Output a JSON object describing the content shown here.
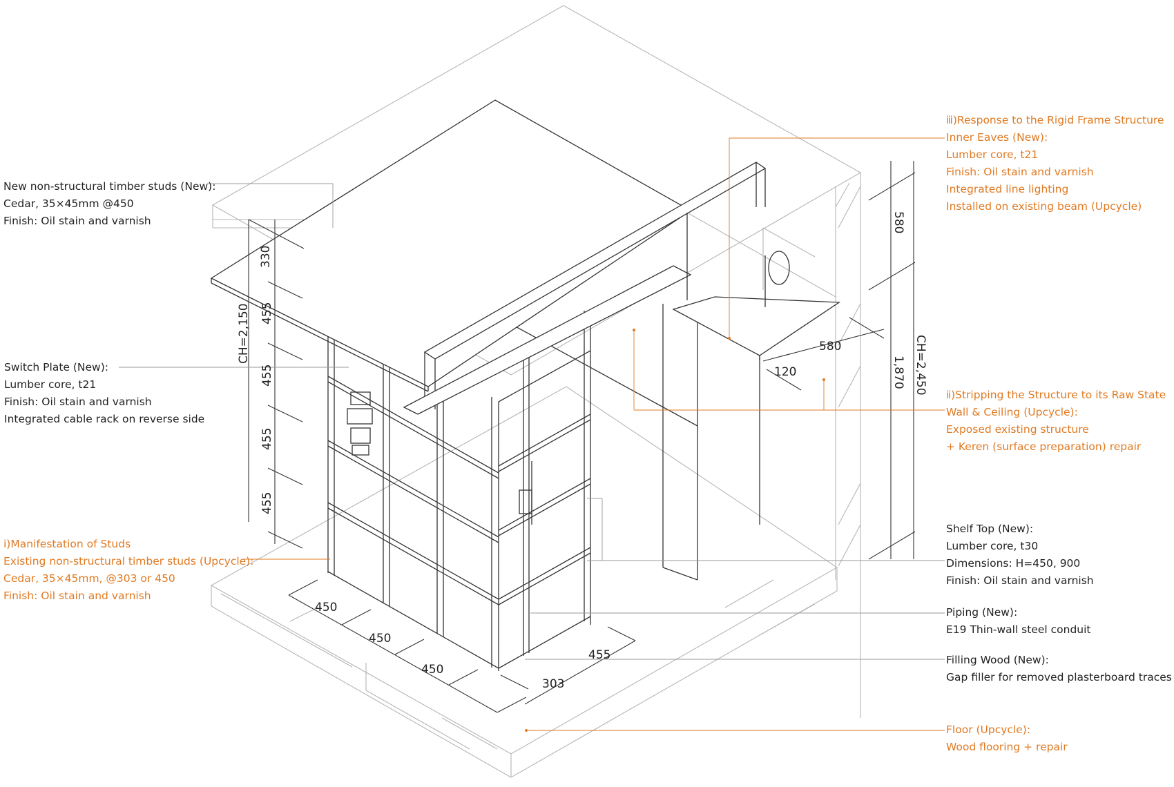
{
  "colors": {
    "accent": "#e07a22",
    "ink": "#222222",
    "line": "#333333",
    "faint": "#b5b5b5"
  },
  "annotations": {
    "studs_new": {
      "lines": [
        "New non-structural timber studs (New):",
        "Cedar, 35×45mm @450",
        "Finish: Oil stain and varnish"
      ]
    },
    "switch_plate": {
      "lines": [
        "Switch Plate (New):",
        "Lumber core, t21",
        "Finish: Oil stain and varnish",
        "Integrated cable rack on reverse side"
      ]
    },
    "studs_existing": {
      "lines": [
        "ⅰ)Manifestation of Studs",
        "Existing non-structural timber studs (Upcycle):",
        "Cedar, 35×45mm, @303 or 450",
        "Finish: Oil stain and varnish"
      ]
    },
    "inner_eaves": {
      "lines": [
        "ⅲ)Response to the Rigid Frame Structure",
        "Inner Eaves (New):",
        "Lumber core, t21",
        "Finish: Oil stain and varnish",
        "Integrated line lighting",
        "Installed on existing beam (Upcycle)"
      ]
    },
    "wall_ceiling": {
      "lines": [
        "ⅱ)Stripping the Structure to its Raw State",
        "Wall & Ceiling (Upcycle):",
        "Exposed existing structure",
        "+ Keren (surface preparation) repair"
      ]
    },
    "shelf_top": {
      "lines": [
        "Shelf Top (New):",
        "Lumber core, t30",
        "Dimensions: H=450, 900",
        "Finish: Oil stain and varnish"
      ]
    },
    "piping": {
      "lines": [
        "Piping (New):",
        "E19 Thin-wall steel conduit"
      ]
    },
    "filling_wood": {
      "lines": [
        "Filling Wood (New):",
        "Gap filler for removed plasterboard traces"
      ]
    },
    "floor": {
      "lines": [
        "Floor (Upcycle):",
        "Wood flooring + repair"
      ]
    }
  },
  "dimensions": {
    "vertical_left": [
      "330",
      "455",
      "455",
      "455",
      "455"
    ],
    "ch_left": "CH=2,150",
    "bottom_left": [
      "450",
      "450",
      "450"
    ],
    "bottom_right": [
      "455",
      "303"
    ],
    "right_vertical": [
      "580",
      "1,870"
    ],
    "ch_right": "CH=2,450",
    "eaves": [
      "580",
      "120"
    ]
  }
}
